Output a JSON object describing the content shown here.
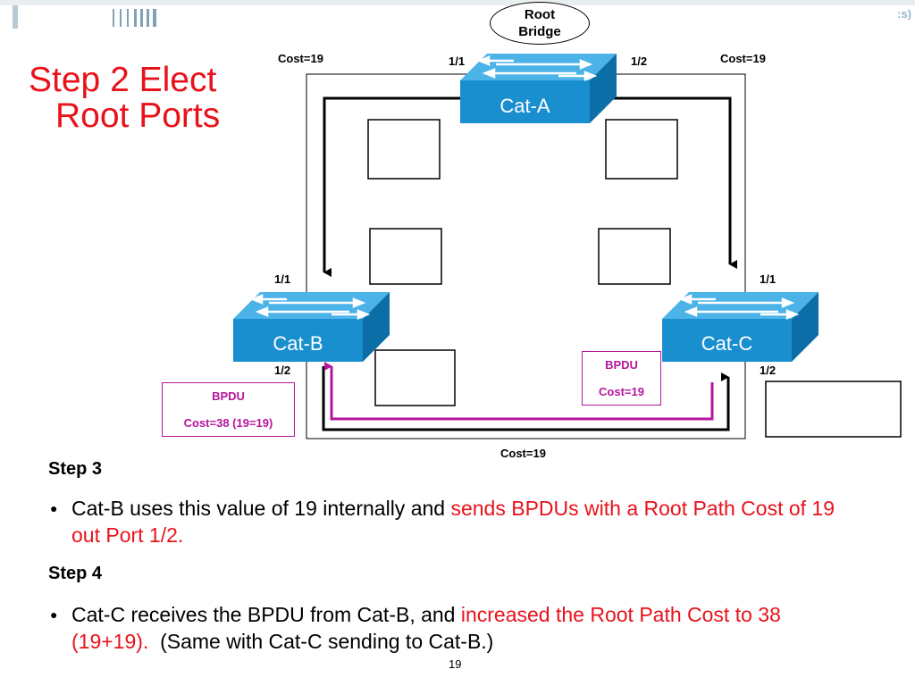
{
  "title": {
    "line1": "Step 2   Elect",
    "line2": "Root Ports"
  },
  "logo_fragment": ":s)",
  "diagram": {
    "root_label_line1": "Root",
    "root_label_line2": "Bridge",
    "switches": {
      "a": "Cat-A",
      "b": "Cat-B",
      "c": "Cat-C"
    },
    "costs": {
      "left": "Cost=19",
      "right": "Cost=19",
      "bottom": "Cost=19"
    },
    "ports": {
      "a_left": "1/1",
      "a_right": "1/2",
      "b_top": "1/1",
      "b_bottom": "1/2",
      "c_top": "1/1",
      "c_bottom": "1/2"
    },
    "bpdu_left": {
      "line1": "BPDU",
      "line2": "Cost=38 (19=19)"
    },
    "bpdu_right": {
      "line1": "BPDU",
      "line2": "Cost=19"
    },
    "colors": {
      "switch_blue": "#1a8fd0",
      "bpdu_magenta": "#b5169c",
      "title_red": "#e8121b"
    }
  },
  "steps": [
    {
      "heading": "Step 3",
      "text_plain": "Cat-B uses this value of 19 internally and ",
      "text_red": "sends BPDUs with a Root Path Cost of 19 out Port 1/2.",
      "text_after": ""
    },
    {
      "heading": "Step 4",
      "text_plain": "Cat-C receives the BPDU from Cat-B, and ",
      "text_red": "increased the Root Path Cost to 38 (19+19).",
      "text_after": "  (Same with Cat-C sending to Cat-B.)"
    }
  ],
  "page_number": "19"
}
